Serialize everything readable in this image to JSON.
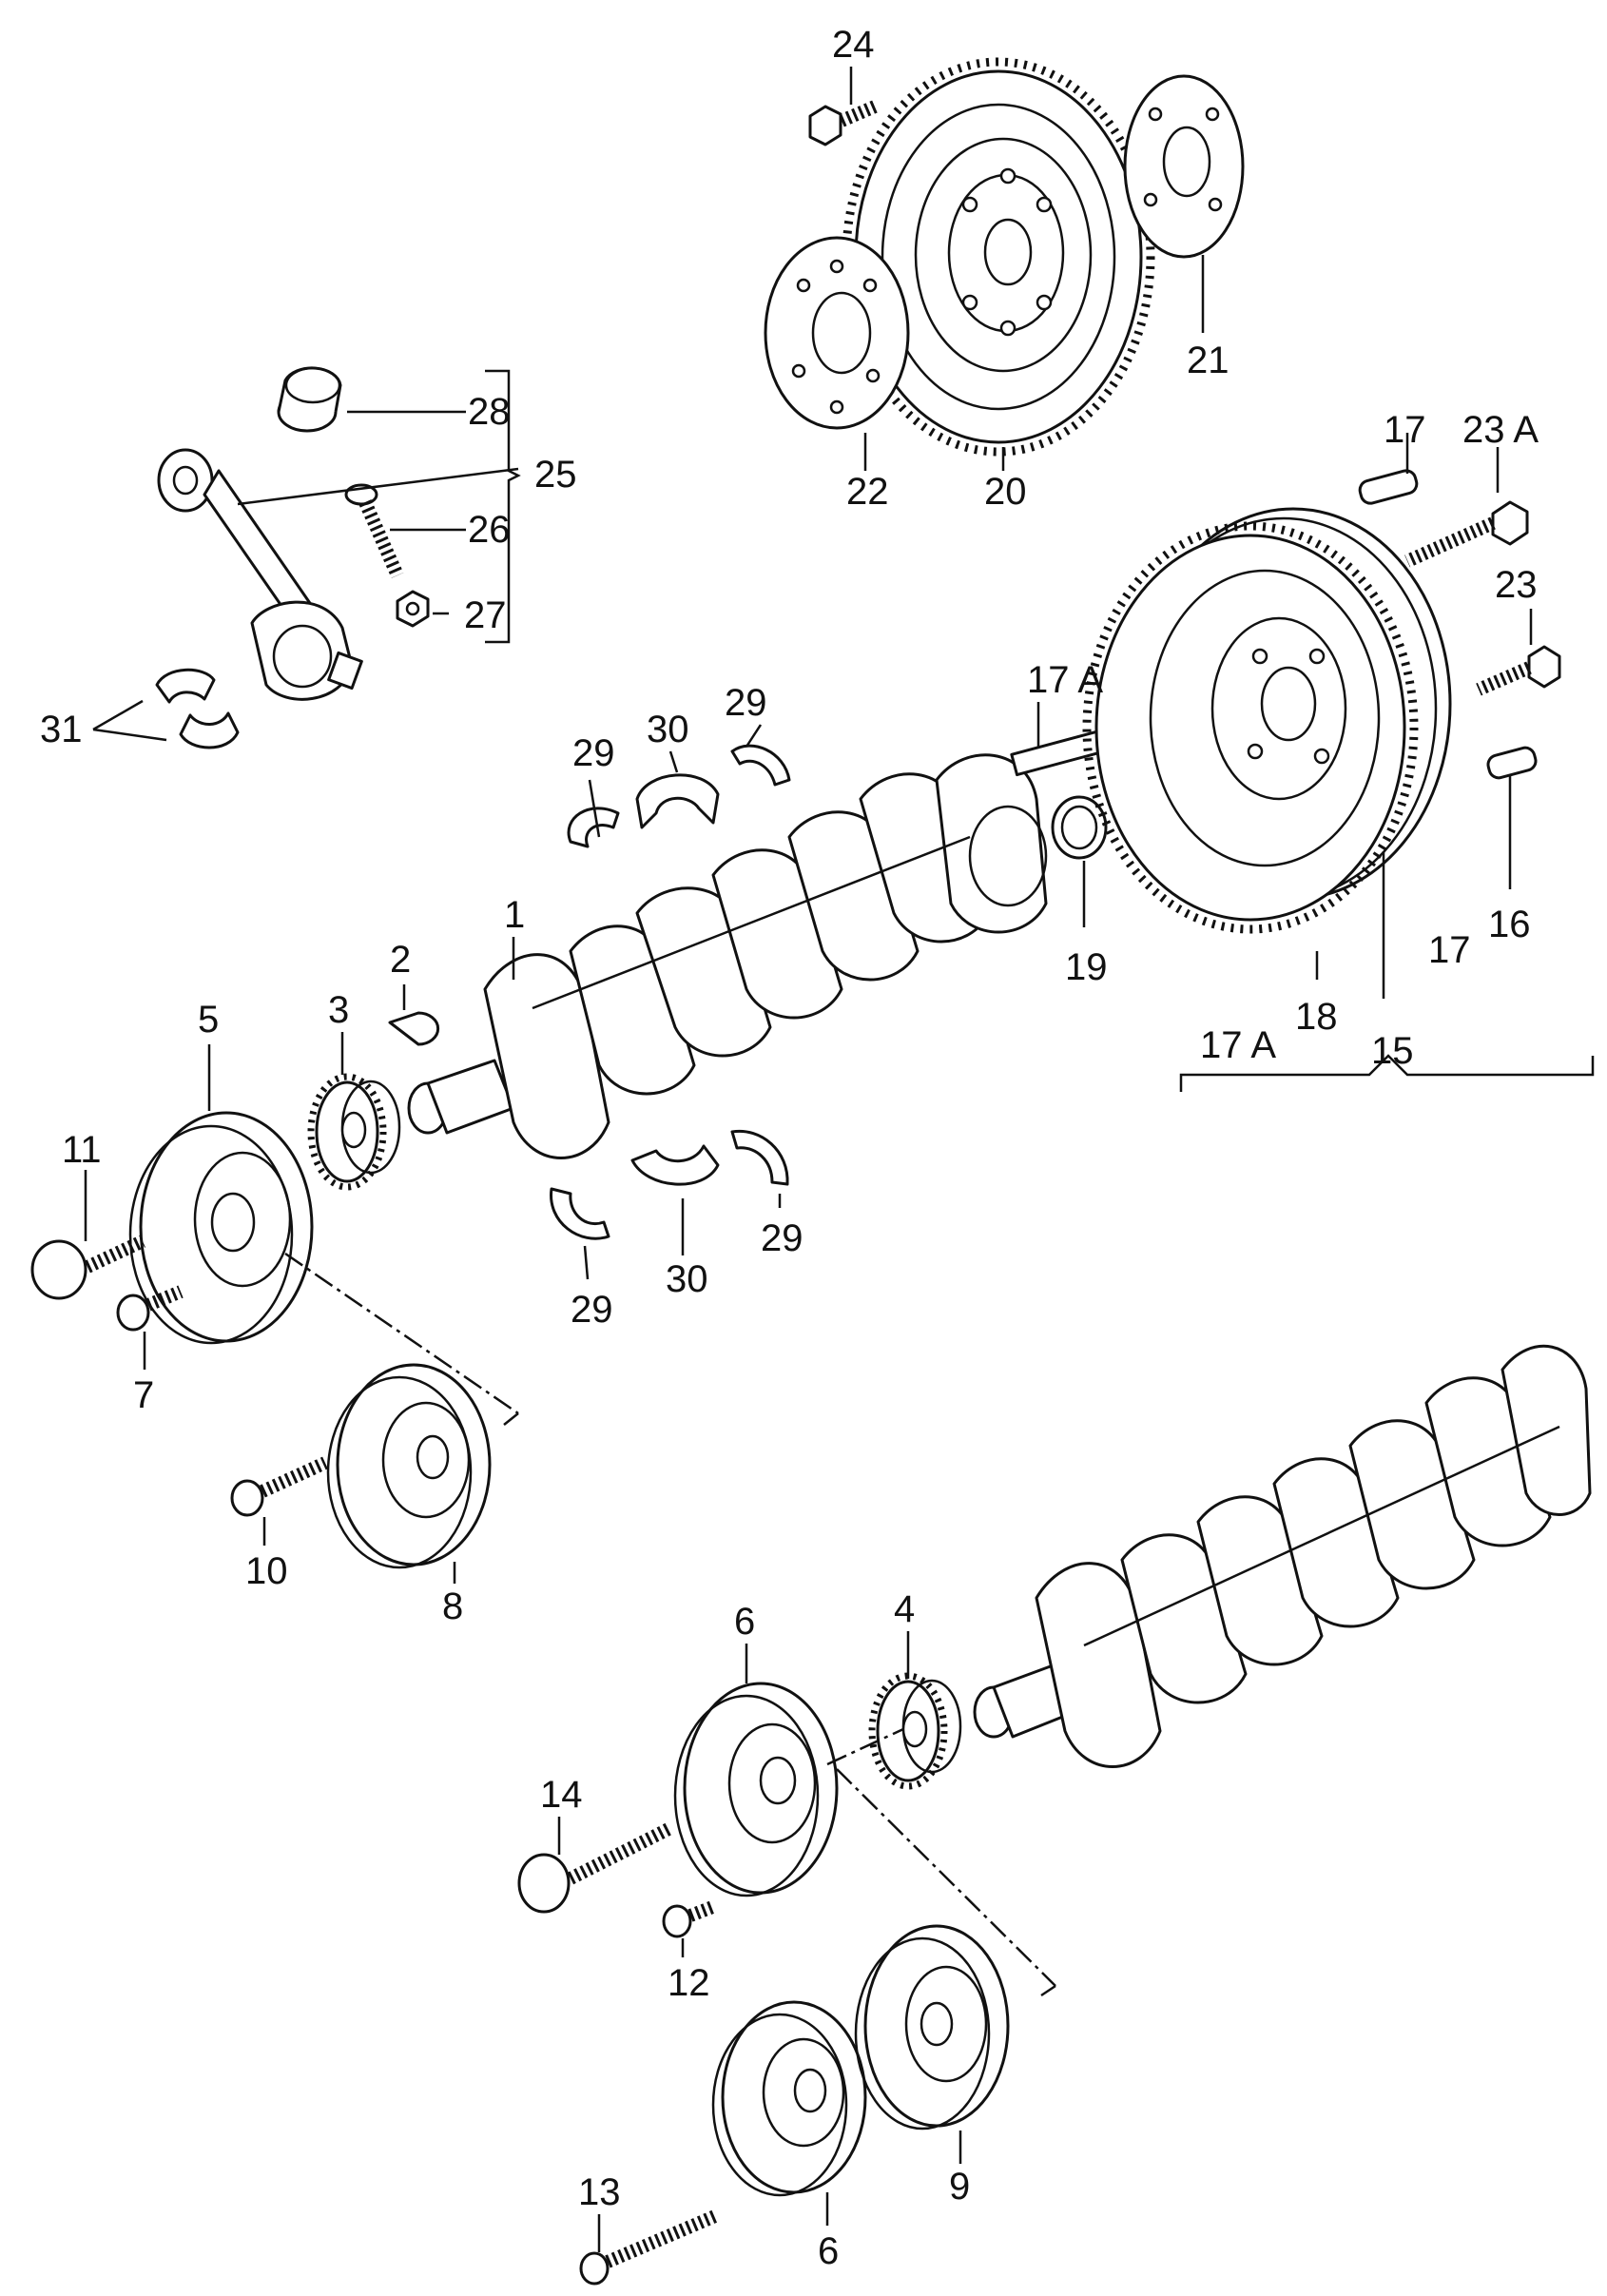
{
  "callouts": {
    "c1": "1",
    "c2": "2",
    "c3": "3",
    "c4": "4",
    "c5": "5",
    "c6a": "6",
    "c6b": "6",
    "c7": "7",
    "c8": "8",
    "c9": "9",
    "c10": "10",
    "c11": "11",
    "c12": "12",
    "c13": "13",
    "c14": "14",
    "c15": "15",
    "c16": "16",
    "c17a": "17",
    "c17b": "17",
    "c17Aa": "17 A",
    "c17Ab": "17 A",
    "c18": "18",
    "c19": "19",
    "c20": "20",
    "c21": "21",
    "c22": "22",
    "c23": "23",
    "c23A": "23 A",
    "c24": "24",
    "c25": "25",
    "c26": "26",
    "c27": "27",
    "c28": "28",
    "c29a": "29",
    "c29b": "29",
    "c29c": "29",
    "c29d": "29",
    "c30a": "30",
    "c30b": "30",
    "c31": "31"
  },
  "colors": {
    "line": "#111111",
    "background": "#ffffff"
  },
  "icons": [
    "crankshaft-icon",
    "flywheel-icon",
    "pulley-icon",
    "bolt-icon",
    "bearing-shell-icon",
    "connecting-rod-icon"
  ]
}
